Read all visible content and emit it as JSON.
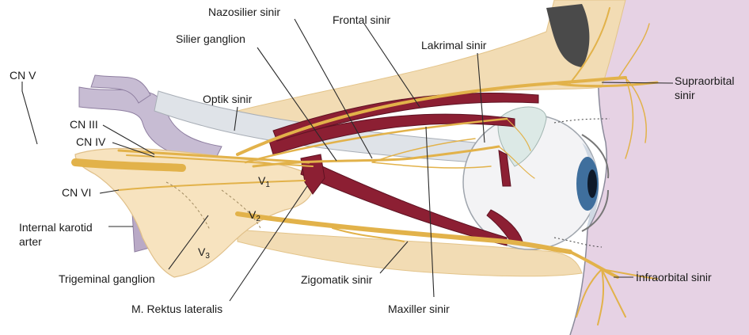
{
  "labels": {
    "nazosilier": "Nazosilier sinir",
    "frontal": "Frontal sinir",
    "silier_ganglion": "Silier ganglion",
    "lakrimal": "Lakrimal sinir",
    "cn_v": "CN V",
    "optik": "Optik sinir",
    "supraorbital_1": "Supraorbital",
    "supraorbital_2": "sinir",
    "cn_iii": "CN III",
    "cn_iv": "CN IV",
    "cn_vi": "CN VI",
    "internal_karotid_1": "Internal karotid",
    "internal_karotid_2": "arter",
    "trigeminal": "Trigeminal ganglion",
    "zigomatik": "Zigomatik sinir",
    "infraorbital": "İnfraorbital sinir",
    "rektus": "M. Rektus lateralis",
    "maxiller": "Maxiller sinir"
  },
  "branch_marks": {
    "v1_letter": "V",
    "v1_sub": "1",
    "v2_letter": "V",
    "v2_sub": "2",
    "v3_letter": "V",
    "v3_sub": "3"
  },
  "colors": {
    "nerve": "#e2b24a",
    "bone": "#f2dcb4",
    "ganglion": "#f7e3bf",
    "muscle": "#8c1f33",
    "optic_nerve": "#d9dde2",
    "artery": "#b9a9c6",
    "skin": "#e3cfe2",
    "iris": "#3f6f9d"
  }
}
